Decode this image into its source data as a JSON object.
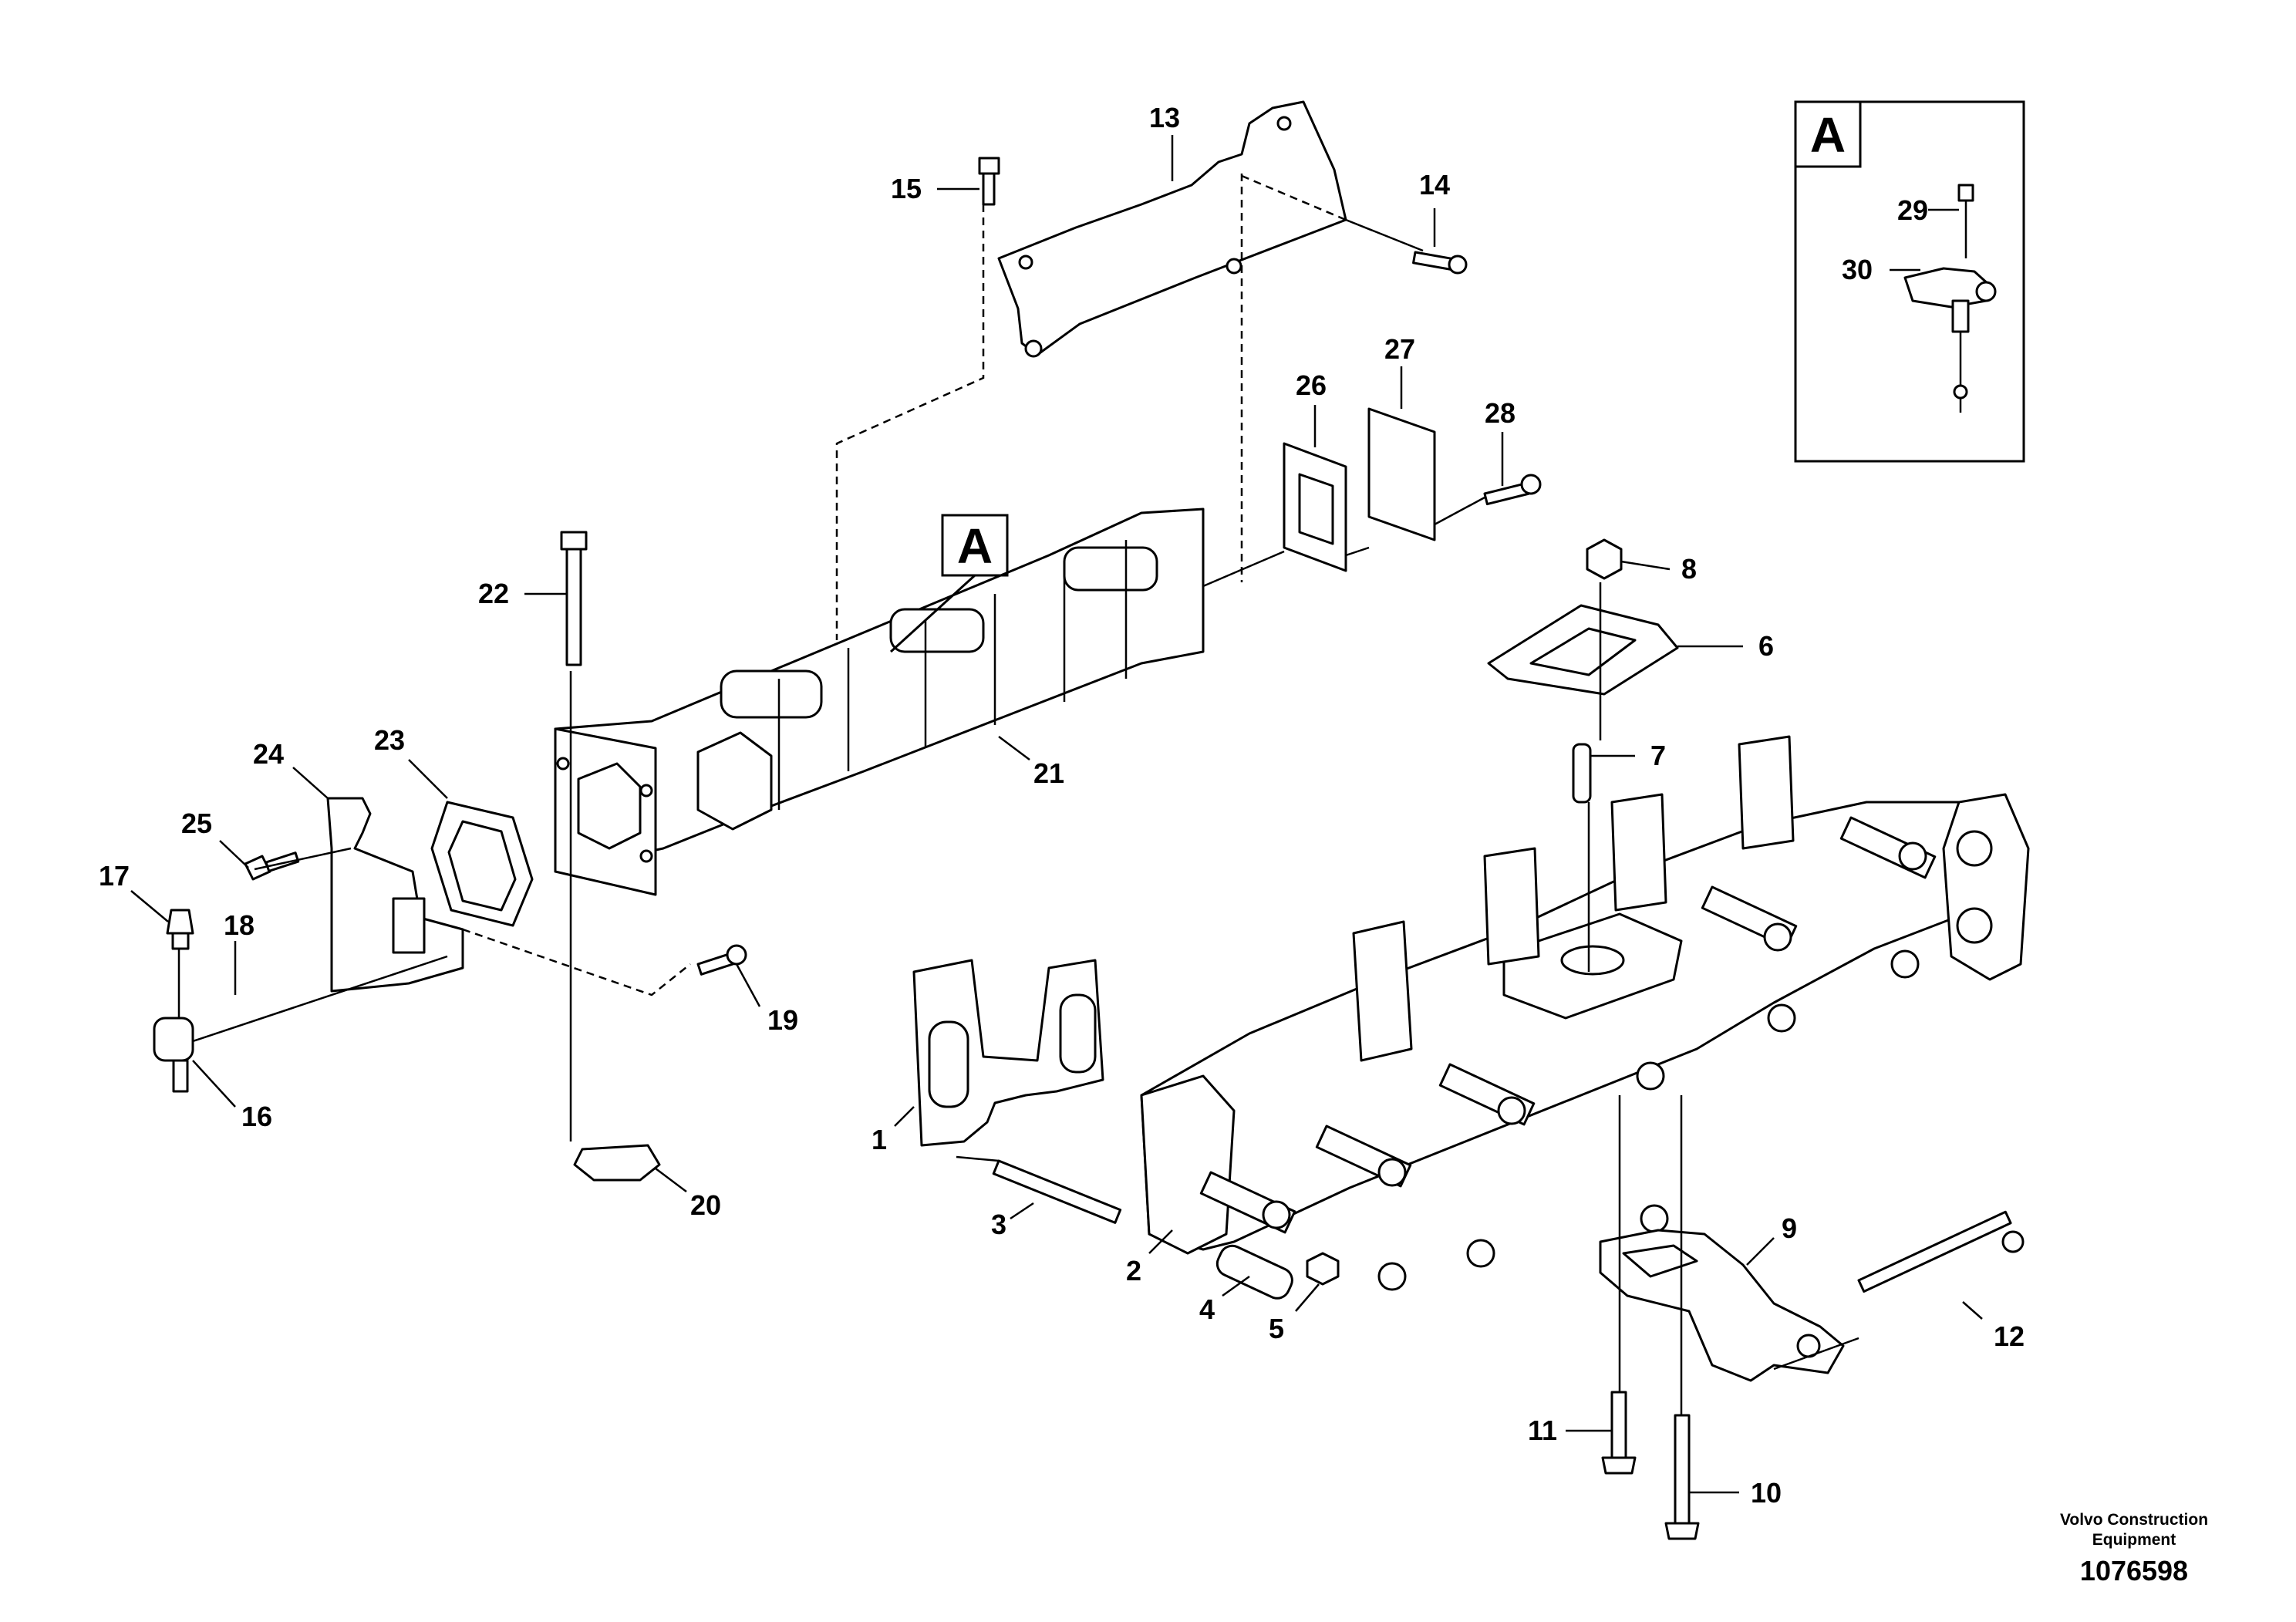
{
  "callouts": {
    "c1": "1",
    "c2": "2",
    "c3": "3",
    "c4": "4",
    "c5": "5",
    "c6": "6",
    "c7": "7",
    "c8": "8",
    "c9": "9",
    "c10": "10",
    "c11": "11",
    "c12": "12",
    "c13": "13",
    "c14": "14",
    "c15": "15",
    "c16": "16",
    "c17": "17",
    "c18": "18",
    "c19": "19",
    "c20": "20",
    "c21": "21",
    "c22": "22",
    "c23": "23",
    "c24": "24",
    "c25": "25",
    "c26": "26",
    "c27": "27",
    "c28": "28",
    "c29": "29",
    "c30": "30"
  },
  "detail_marker": "A",
  "inset": {
    "label": "A"
  },
  "footer": {
    "brand_line1": "Volvo Construction",
    "brand_line2": "Equipment",
    "doc_number": "1076598"
  }
}
